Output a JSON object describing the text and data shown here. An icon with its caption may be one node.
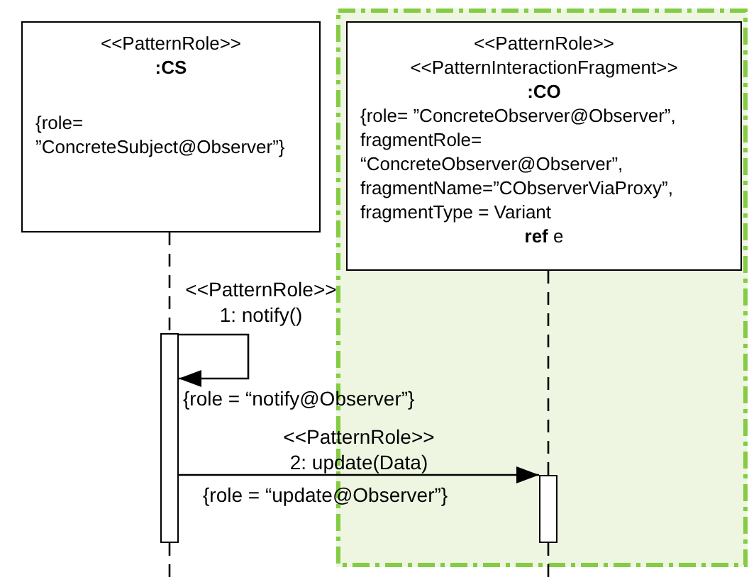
{
  "diagram": {
    "nodes": [
      {
        "text": [],
        "shape": "box"
      },
      {
        "text": [
          "<<PatternRole>>",
          ":CS",
          "{role= ”ConcreteSubject@Observer”}"
        ]
      },
      {
        "text": [
          "<<PatternRole>>",
          "<<PatternInteractionFragment>>",
          ":CO",
          "{role= ”ConcreteObserver@Observer”, fragmentRole= “ConcreteObserver@Observer”, fragmentName=”CObserverViaProxy”, fragmentType = Variant",
          "**ref** e"
        ],
        "in": 0
      },
      {
        "text": [],
        "shape": "bar"
      },
      {
        "text": [],
        "shape": "bar",
        "in": 0
      }
    ],
    "edges": [
      {
        "from": 1,
        "to": 3,
        "arrow": "none",
        "style": "dashed"
      },
      {
        "from": 3,
        "to": null,
        "arrow": "none",
        "style": "dashed"
      },
      {
        "from": 2,
        "to": 4,
        "arrow": "none",
        "style": "dashed"
      },
      {
        "from": 4,
        "to": null,
        "arrow": "none",
        "style": "dashed"
      },
      {
        "from": 3,
        "to": 3,
        "arrow": "to",
        "label": "<<PatternRole>> 1: notify()"
      },
      {
        "from": 3,
        "to": 4,
        "arrow": "to",
        "label": "<<PatternRole>> 2: update(Data)"
      }
    ],
    "labels": [
      "{role = “notify@Observer”}",
      "{role = “update@Observer”}"
    ]
  }
}
